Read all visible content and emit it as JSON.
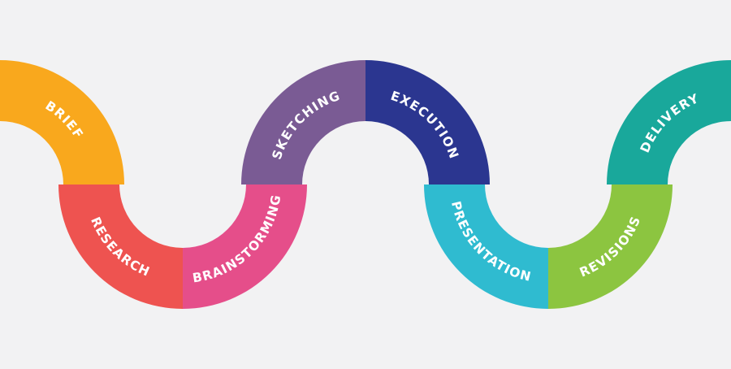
{
  "diagram": {
    "title": "Design process wave",
    "background": "#f2f2f3",
    "steps": [
      {
        "id": "brief",
        "label": "BRIEF",
        "color": "#f9a81d"
      },
      {
        "id": "research",
        "label": "RESEARCH",
        "color": "#ee5350"
      },
      {
        "id": "brainstorming",
        "label": "BRAINSTORMING",
        "color": "#e54e8a"
      },
      {
        "id": "sketching",
        "label": "SKETCHING",
        "color": "#7a5b94"
      },
      {
        "id": "execution",
        "label": "EXECUTION",
        "color": "#2b3690"
      },
      {
        "id": "presentation",
        "label": "PRESENTATION",
        "color": "#2fbbd0"
      },
      {
        "id": "revisions",
        "label": "REVISIONS",
        "color": "#8cc540"
      },
      {
        "id": "delivery",
        "label": "DELIVERY",
        "color": "#19a89b"
      }
    ]
  }
}
